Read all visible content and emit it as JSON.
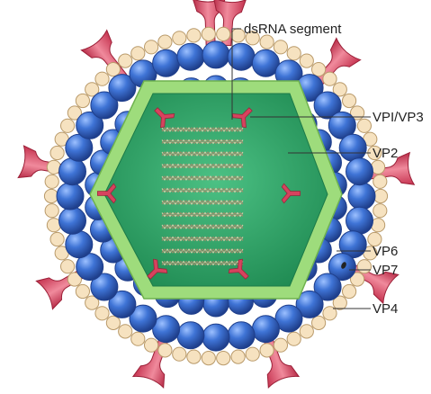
{
  "labels": {
    "dsrna": "dsRNA segment",
    "vp1vp3": "VPI/VP3",
    "vp2": "VP2",
    "vp6": "VP6",
    "vp7": "VP7",
    "vp4": "VP4"
  },
  "colors": {
    "vp7_bead": "#f6e2c0",
    "vp7_bead_stroke": "#b99a6a",
    "vp6_sphere": "#3f74d6",
    "vp6_sphere_dark": "#1f3f8c",
    "vp2_rim": "#9edc7c",
    "core": "#34a86a",
    "core_dark": "#1c7a48",
    "spike": "#d6435e",
    "spike_light": "#f08a9c",
    "rna": "#d9c9a6"
  }
}
